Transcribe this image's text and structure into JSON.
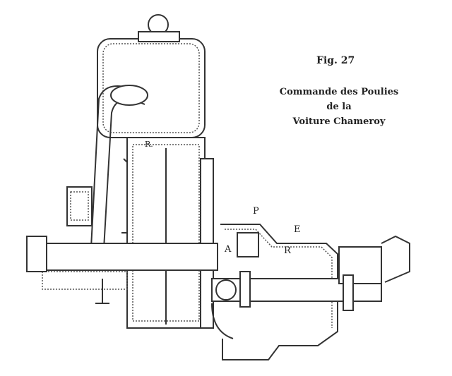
{
  "figure": {
    "number": "Fig. 27",
    "caption_lines": [
      "Commande des Poulies",
      "de la",
      "Voiture Chameroy"
    ]
  },
  "labels": {
    "P": "P",
    "E": "E",
    "A": "A",
    "R": "R",
    "R_top": "R."
  }
}
